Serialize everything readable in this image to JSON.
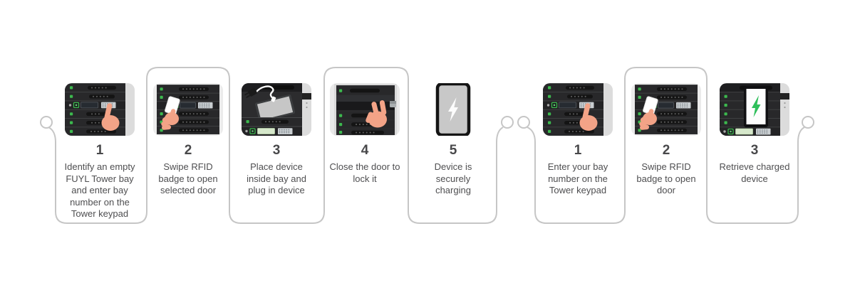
{
  "colors": {
    "connector_gray": "#c6c6c6",
    "text_dark": "#4e4e50",
    "led_green": "#3cb94e",
    "charging_bolt_green": "#2fbf5b",
    "hand_skin": "#f3a387",
    "tower_dark": "#28282a",
    "image_background": "#ebebeb",
    "keypad_gray": "#c9ced1",
    "screen_light_green": "#d6e8cb"
  },
  "deposit_flow": {
    "steps": [
      {
        "number": "1",
        "label": "Identify an empty FUYL Tower bay and enter bay number on the Tower keypad",
        "icon": "tower-keypad-press"
      },
      {
        "number": "2",
        "label": "Swipe RFID badge to open selected door",
        "icon": "rfid-badge-swipe"
      },
      {
        "number": "3",
        "label": "Place device inside bay and plug in device",
        "icon": "place-device-in-bay"
      },
      {
        "number": "4",
        "label": "Close the door to lock it",
        "icon": "close-door"
      },
      {
        "number": "5",
        "label": "Device is securely charging",
        "icon": "device-charging"
      }
    ]
  },
  "retrieve_flow": {
    "steps": [
      {
        "number": "1",
        "label": "Enter your bay number on the Tower keypad",
        "icon": "tower-keypad-press"
      },
      {
        "number": "2",
        "label": "Swipe RFID badge to open door",
        "icon": "rfid-badge-swipe"
      },
      {
        "number": "3",
        "label": "Retrieve charged device",
        "icon": "retrieve-charged-device"
      }
    ]
  }
}
